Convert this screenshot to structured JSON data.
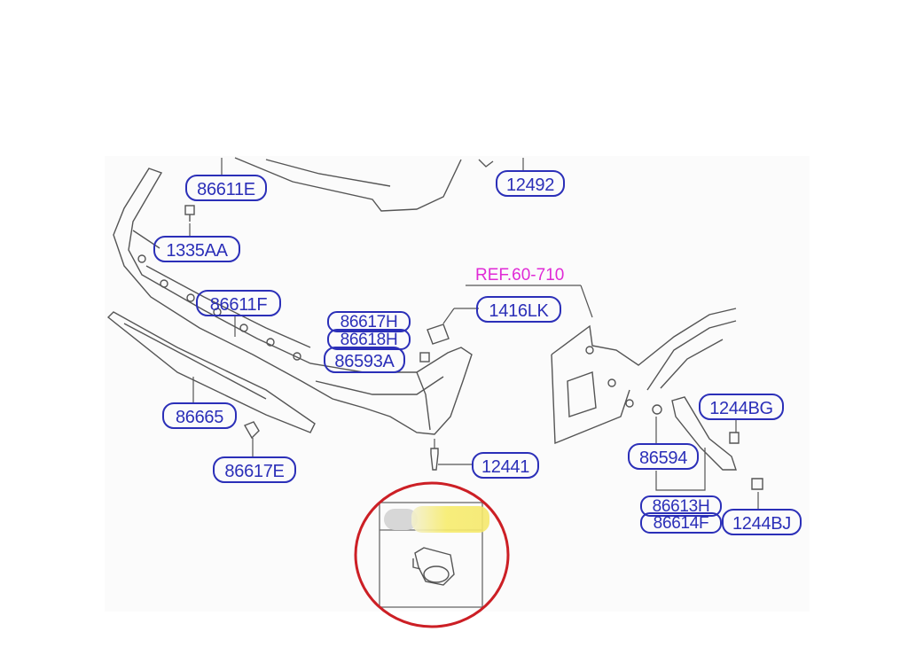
{
  "reference": {
    "label": "REF.60-710",
    "color": "#e02ad6"
  },
  "callout_color": "#2b2fb8",
  "highlight_circle_color": "#cc1f25",
  "parts": {
    "p86611E": "86611E",
    "p12492": "12492",
    "p1335AA": "1335AA",
    "p86611F": "86611F",
    "p86617H": "86617H",
    "p86618H": "86618H",
    "p86593A": "86593A",
    "p1416LK": "1416LK",
    "p86665": "86665",
    "p86617E": "86617E",
    "p12441": "12441",
    "p1244BG": "1244BG",
    "p86594": "86594",
    "p86613H": "86613H",
    "p86614F": "86614F",
    "p1244BJ": "1244BJ"
  }
}
